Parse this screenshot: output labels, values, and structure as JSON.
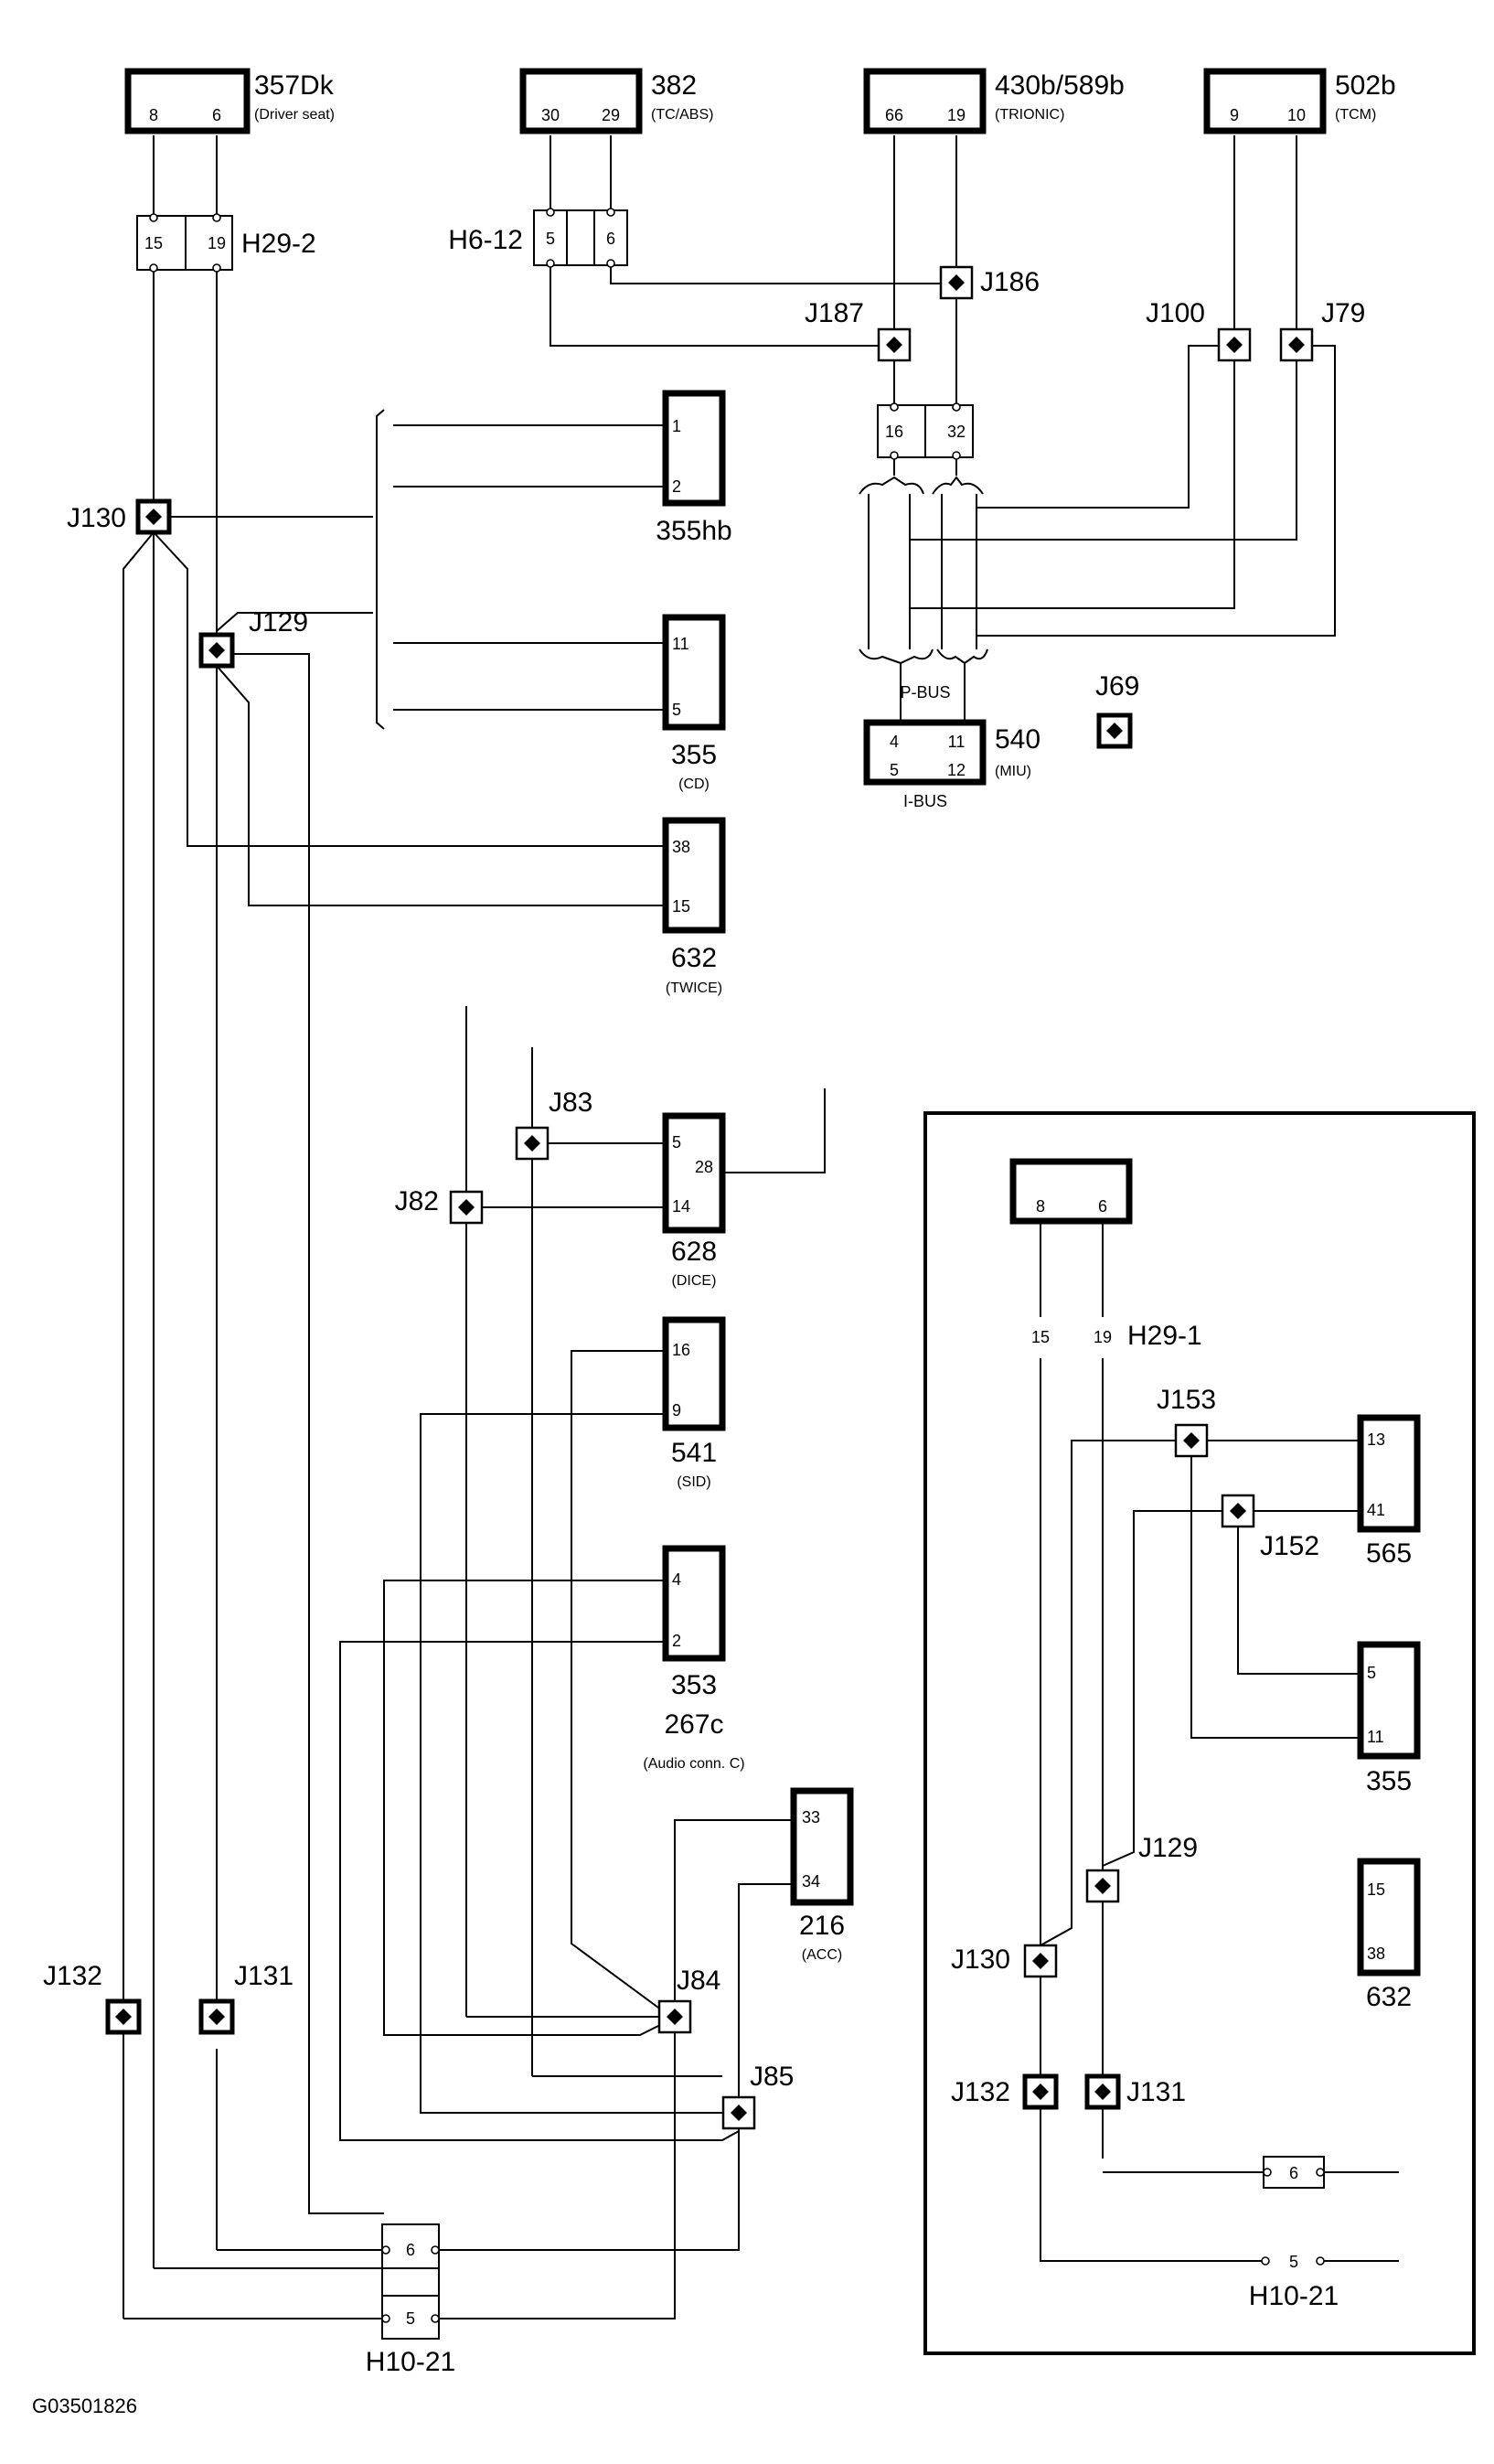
{
  "figure_code": "G03501826",
  "components": {
    "c357dk": {
      "id": "357Dk",
      "desc": "(Driver seat)",
      "pins": [
        "8",
        "6"
      ]
    },
    "c382": {
      "id": "382",
      "desc": "(TC/ABS)",
      "pins": [
        "30",
        "29"
      ]
    },
    "c430b": {
      "id": "430b/589b",
      "desc": "(TRIONIC)",
      "pins": [
        "66",
        "19"
      ]
    },
    "c502b": {
      "id": "502b",
      "desc": "(TCM)",
      "pins": [
        "9",
        "10"
      ]
    },
    "c355hb": {
      "id": "355hb",
      "pins": [
        "1",
        "2"
      ]
    },
    "c355": {
      "id": "355",
      "desc": "(CD)",
      "pins": [
        "11",
        "5"
      ]
    },
    "c632": {
      "id": "632",
      "desc": "(TWICE)",
      "pins": [
        "38",
        "15"
      ]
    },
    "c540": {
      "id": "540",
      "desc": "(MIU)",
      "pins": [
        "4",
        "11",
        "5",
        "12"
      ],
      "bus_top": "P-BUS",
      "bus_bottom": "I-BUS"
    },
    "c628": {
      "id": "628",
      "desc": "(DICE)",
      "pins": [
        "5",
        "28",
        "14"
      ]
    },
    "c541": {
      "id": "541",
      "desc": "(SID)",
      "pins": [
        "16",
        "9"
      ]
    },
    "c353": {
      "id": "353",
      "id2": "267c",
      "desc": "(Audio conn. C)",
      "pins": [
        "4",
        "2"
      ]
    },
    "c216": {
      "id": "216",
      "desc": "(ACC)",
      "pins": [
        "33",
        "34"
      ]
    }
  },
  "connectors": {
    "h29_2": {
      "id": "H29-2",
      "pins": [
        "15",
        "19"
      ]
    },
    "h6_12": {
      "id": "H6-12",
      "pins": [
        "5",
        "6"
      ]
    },
    "bus_conn": {
      "pins": [
        "16",
        "32"
      ]
    },
    "h10_21": {
      "id": "H10-21",
      "pins": [
        "6",
        "5"
      ]
    }
  },
  "junctions": {
    "j186": "J186",
    "j187": "J187",
    "j100": "J100",
    "j79": "J79",
    "j130": "J130",
    "j129": "J129",
    "j69": "J69",
    "j83": "J83",
    "j82": "J82",
    "j84": "J84",
    "j85": "J85",
    "j132": "J132",
    "j131": "J131"
  },
  "inset": {
    "connector_pins": [
      "8",
      "6"
    ],
    "h29_1": {
      "id": "H29-1",
      "pins": [
        "15",
        "19"
      ]
    },
    "j153": "J153",
    "j152": "J152",
    "j129": "J129",
    "j130": "J130",
    "j132": "J132",
    "j131": "J131",
    "c565": {
      "id": "565",
      "pins": [
        "13",
        "41"
      ]
    },
    "c355": {
      "id": "355",
      "pins": [
        "5",
        "11"
      ]
    },
    "c632": {
      "id": "632",
      "pins": [
        "15",
        "38"
      ]
    },
    "h10_21": {
      "id": "H10-21",
      "pins": [
        "6",
        "5"
      ]
    }
  }
}
